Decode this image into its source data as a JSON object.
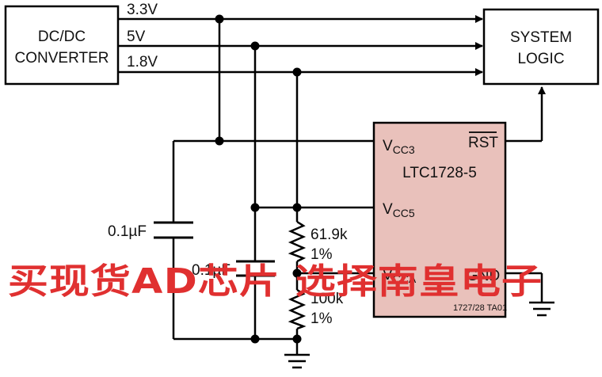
{
  "converter": {
    "line1": "DC/DC",
    "line2": "CONVERTER"
  },
  "system_logic": {
    "line1": "SYSTEM",
    "line2": "LOGIC"
  },
  "rails": {
    "v33": "3.3V",
    "v5": "5V",
    "v18": "1.8V"
  },
  "ic": {
    "name": "LTC1728-5",
    "vcc3_main": "V",
    "vcc3_sub": "CC3",
    "vcc5_main": "V",
    "vcc5_sub": "CC5",
    "vcca_main": "V",
    "vcca_sub": "CCA",
    "rst": "RST",
    "gnd": "GND",
    "fill_color": "#e9c1bb"
  },
  "components": {
    "c1": "0.1µF",
    "c2": "0.1µF",
    "r1_value": "61.9k",
    "r1_tol": "1%",
    "r2_value": "100k",
    "r2_tol": "1%"
  },
  "figure_id": "1727/28 TA01",
  "watermark": "买现货AD芯片 选择南皇电子"
}
